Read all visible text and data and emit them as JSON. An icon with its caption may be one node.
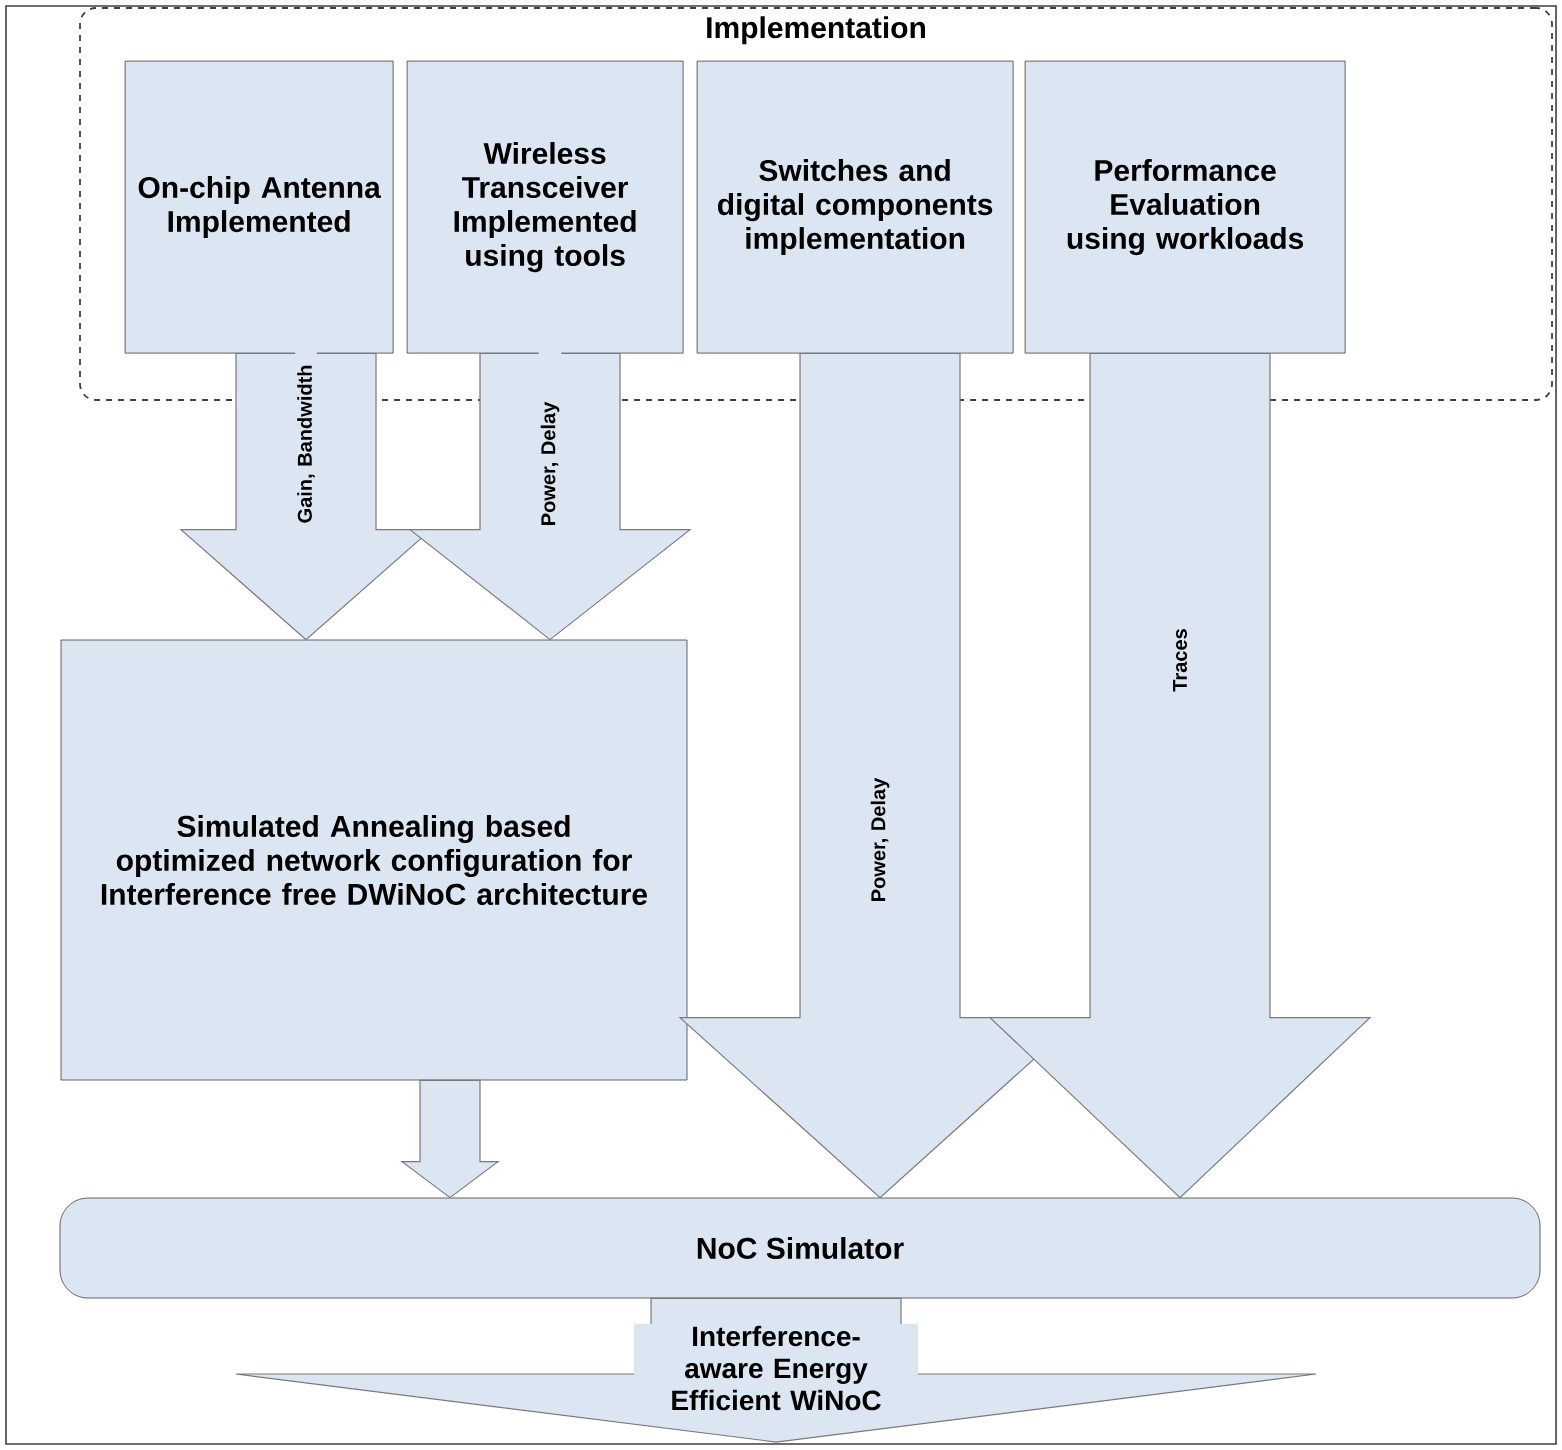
{
  "diagram": {
    "nodes": [
      {
        "text": [
          "Implementation"
        ]
      },
      {
        "text": [
          "On-chip Antenna Implemented"
        ],
        "in": 0
      },
      {
        "text": [
          "Wireless Transceiver Implemented using tools"
        ],
        "in": 0
      },
      {
        "text": [
          "Switches and digital components implementation"
        ],
        "in": 0
      },
      {
        "text": [
          "Performance Evaluation using workloads"
        ],
        "in": 0
      },
      {
        "text": [
          "Simulated Annealing based optimized network configuration for Interference free DWiNoC architecture"
        ]
      },
      {
        "text": [
          "NoC Simulator"
        ]
      }
    ],
    "edges": [
      {
        "from": 1,
        "to": 5,
        "arrow": "to",
        "label": "Gain, Bandwidth"
      },
      {
        "from": 2,
        "to": 5,
        "arrow": "to",
        "label": "Power, Delay"
      },
      {
        "from": 3,
        "to": 6,
        "arrow": "to",
        "label": "Power, Delay"
      },
      {
        "from": 4,
        "to": 6,
        "arrow": "to",
        "label": "Traces"
      },
      {
        "from": 5,
        "to": 6,
        "arrow": "to"
      },
      {
        "from": 6,
        "to": null,
        "arrow": "to",
        "label": "Interference-aware Energy Efficient WiNoC"
      }
    ]
  }
}
